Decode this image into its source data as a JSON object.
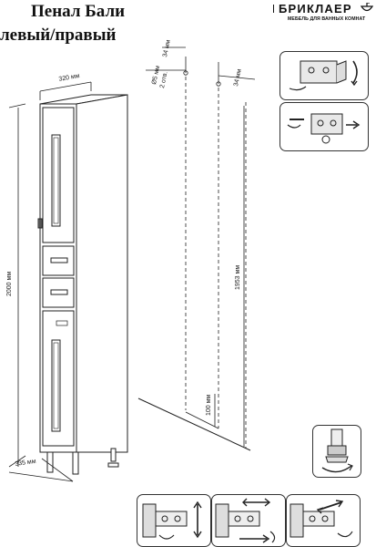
{
  "title": {
    "line1": "Пенал Бали",
    "line2": "левый/правый"
  },
  "brand": {
    "name": "БРИКЛАЕР",
    "slogan": "МЕБЕЛЬ ДЛЯ ВАННЫХ КОМНАТ"
  },
  "dimensions": {
    "width": "320 мм",
    "depth": "335 мм",
    "height": "2000 мм",
    "hole_offset_left": "34 мм",
    "hole_offset_right": "34 мм",
    "hole_diameter": "Ø5 мм",
    "hole_count": "2 отв.",
    "mount_height": "1953 мм",
    "floor_offset": "100 мм"
  }
}
